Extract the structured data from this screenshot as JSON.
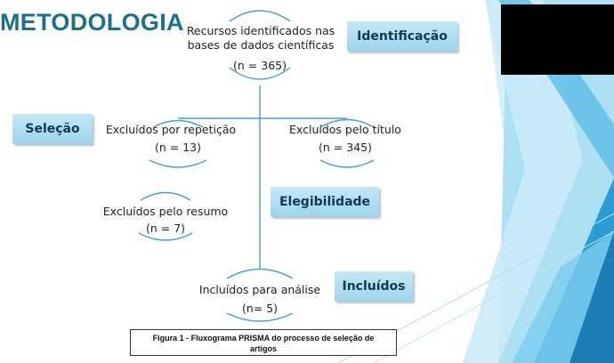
{
  "title": "METODOLOGIA",
  "stages": {
    "identificacao": "Identificação",
    "selecao": "Seleção",
    "elegibilidade": "Elegibilidade",
    "incluidos": "Incluídos"
  },
  "nodes": {
    "recursos": {
      "line1": "Recursos identificados nas",
      "line2": "bases de dados científicas",
      "count": "(n = 365)"
    },
    "repeticao": {
      "label": "Excluídos por repetição",
      "count": "(n = 13)"
    },
    "titulo": {
      "label": "Excluídos pelo título",
      "count": "(n = 345)"
    },
    "resumo": {
      "label": "Excluídos pelo resumo",
      "count": "(n = 7)"
    },
    "incluidos": {
      "label": "Incluídos para análise",
      "count": "(n= 5)"
    }
  },
  "caption": {
    "line1": "Figura 1 - Fluxograma PRISMA do processo de seleção de",
    "line2": "artigos"
  },
  "colors": {
    "accent": "#1c6f8f",
    "tag_fill": "#b2def1",
    "deco_light": "#aee0f4",
    "deco_dark": "#1c8fc8"
  }
}
